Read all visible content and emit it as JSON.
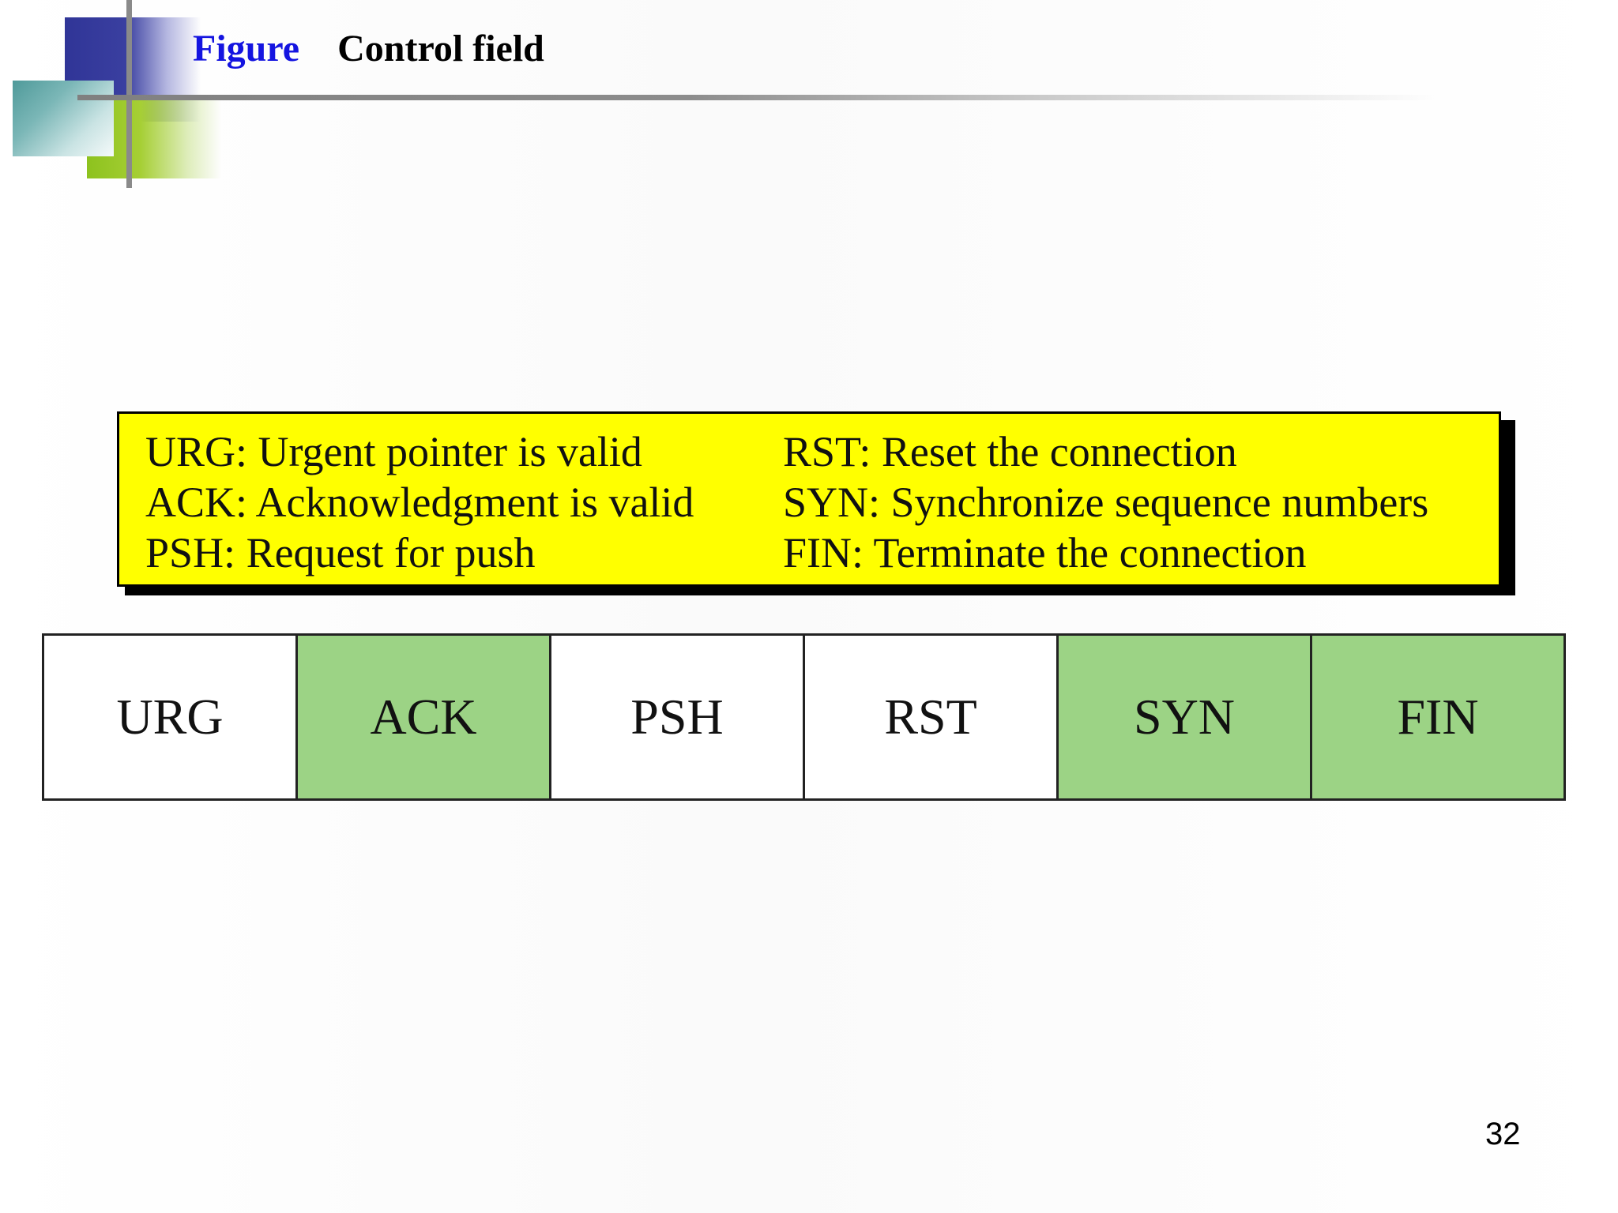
{
  "title": {
    "prefix": "Figure",
    "text": "Control field"
  },
  "colors": {
    "title_prefix": "#1414e0",
    "legend_background": "#ffff00",
    "cell_default": "#ffffff",
    "cell_highlight": "#9cd385"
  },
  "legend": {
    "left": [
      "URG: Urgent pointer is valid",
      "ACK: Acknowledgment is valid",
      "PSH: Request for push"
    ],
    "right": [
      "RST: Reset the connection",
      "SYN: Synchronize sequence numbers",
      "FIN: Terminate the connection"
    ]
  },
  "fields": [
    {
      "label": "URG",
      "highlighted": false
    },
    {
      "label": "ACK",
      "highlighted": true
    },
    {
      "label": "PSH",
      "highlighted": false
    },
    {
      "label": "RST",
      "highlighted": false
    },
    {
      "label": "SYN",
      "highlighted": true
    },
    {
      "label": "FIN",
      "highlighted": true
    }
  ],
  "page_number": "32"
}
